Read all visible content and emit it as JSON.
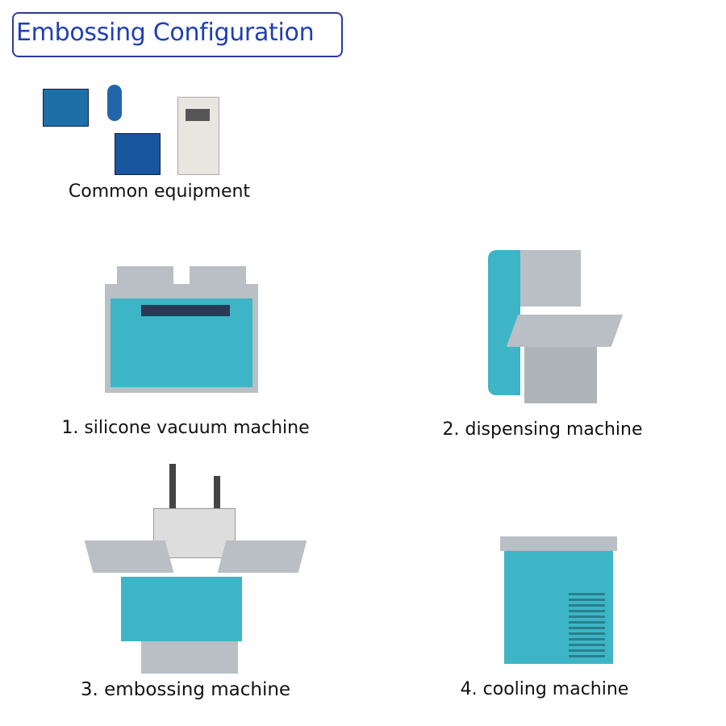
{
  "title": "Embossing Configuration",
  "colors": {
    "title_text": "#1f3fb4",
    "title_border": "#2b3a9e",
    "machine_body": "#3db5c7"
  },
  "sections": [
    {
      "label": "Common equipment"
    },
    {
      "label": "1. silicone vacuum machine"
    },
    {
      "label": "2. dispensing machine"
    },
    {
      "label": "3. embossing machine"
    },
    {
      "label": "4. cooling machine"
    }
  ]
}
